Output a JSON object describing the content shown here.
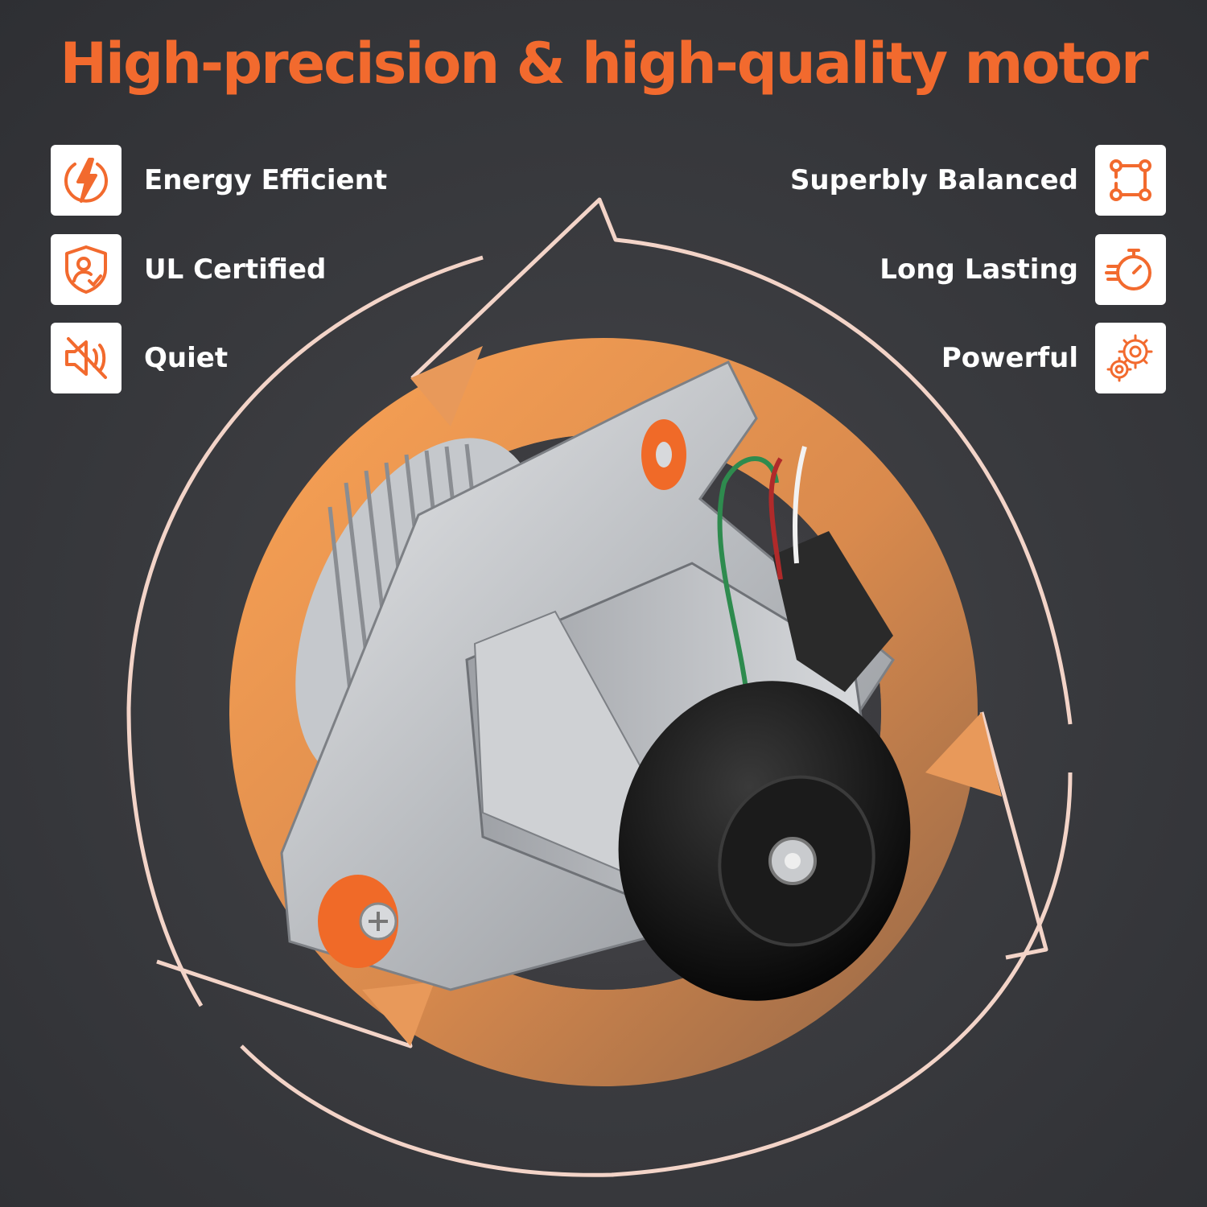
{
  "headline": "High-precision & high-quality motor",
  "colors": {
    "accent": "#f26a2e",
    "background": "#3a3b3f",
    "ring": "#e8a060",
    "text": "#ffffff"
  },
  "features_left": [
    {
      "label": "Energy Efficient",
      "icon": "lightning-bolt-icon"
    },
    {
      "label": "UL Certified",
      "icon": "shield-person-icon"
    },
    {
      "label": "Quiet",
      "icon": "speaker-mute-icon"
    }
  ],
  "features_right": [
    {
      "label": "Superbly Balanced",
      "icon": "node-link-icon"
    },
    {
      "label": "Long Lasting",
      "icon": "stopwatch-speed-icon"
    },
    {
      "label": "Powerful",
      "icon": "gears-icon"
    }
  ],
  "product_image": {
    "icon": "blower-motor-illustration"
  }
}
